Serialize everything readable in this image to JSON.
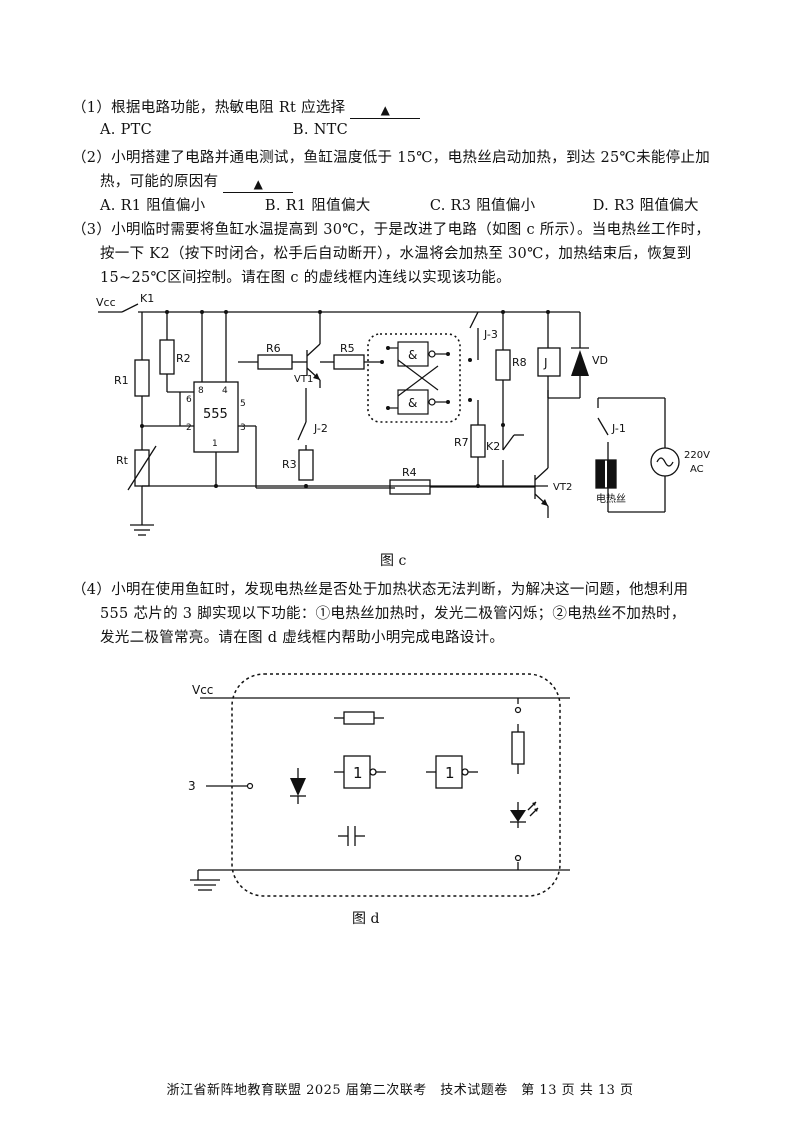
{
  "q1": {
    "text": "（1）根据电路功能，热敏电阻 Rt 应选择",
    "blank": "▲",
    "opt_a": "A. PTC",
    "opt_b": "B. NTC"
  },
  "q2": {
    "line1": "（2）小明搭建了电路并通电测试，鱼缸温度低于 15℃，电热丝启动加热，到达 25℃未能停止加",
    "line2": "热，可能的原因有",
    "blank": "▲",
    "opt_a": "A. R1 阻值偏小",
    "opt_b": "B. R1 阻值偏大",
    "opt_c": "C. R3 阻值偏小",
    "opt_d": "D. R3 阻值偏大"
  },
  "q3": {
    "line1": "（3）小明临时需要将鱼缸水温提高到 30℃，于是改进了电路（如图 c 所示）。当电热丝工作时，",
    "line2": "按一下 K2（按下时闭合，松手后自动断开），水温将会加热至 30℃，加热结束后，恢复到",
    "line3": "15~25℃区间控制。请在图 c 的虚线框内连线以实现该功能。"
  },
  "figc": {
    "vcc": "Vcc",
    "k1": "K1",
    "r1": "R1",
    "r2": "R2",
    "rt": "Rt",
    "chip": "555",
    "pin8": "8",
    "pin4": "4",
    "pin6": "6",
    "pin5": "5",
    "pin2": "2",
    "pin3": "3",
    "pin1": "1",
    "r6": "R6",
    "vt1": "VT1",
    "r5": "R5",
    "j2": "J-2",
    "r3": "R3",
    "r4": "R4",
    "gate": "&",
    "j3": "J-3",
    "r8": "R8",
    "r7": "R7",
    "k2": "K2",
    "vt2": "VT2",
    "j": "J",
    "vd": "VD",
    "j1": "J-1",
    "ac_v": "220V",
    "ac": "AC",
    "heater": "电热丝",
    "caption": "图 c"
  },
  "q4": {
    "line1": "（4）小明在使用鱼缸时，发现电热丝是否处于加热状态无法判断，为解决这一问题，他想利用",
    "line2": "555 芯片的 3 脚实现以下功能：①电热丝加热时，发光二极管闪烁；②电热丝不加热时，",
    "line3": "发光二极管常亮。请在图 d 虚线框内帮助小明完成电路设计。"
  },
  "figd": {
    "vcc": "Vcc",
    "pin3": "3",
    "not1": "1",
    "not2": "1",
    "caption": "图 d"
  },
  "footer": "浙江省新阵地教育联盟 2025 届第二次联考　技术试题卷　第 13 页 共 13 页"
}
